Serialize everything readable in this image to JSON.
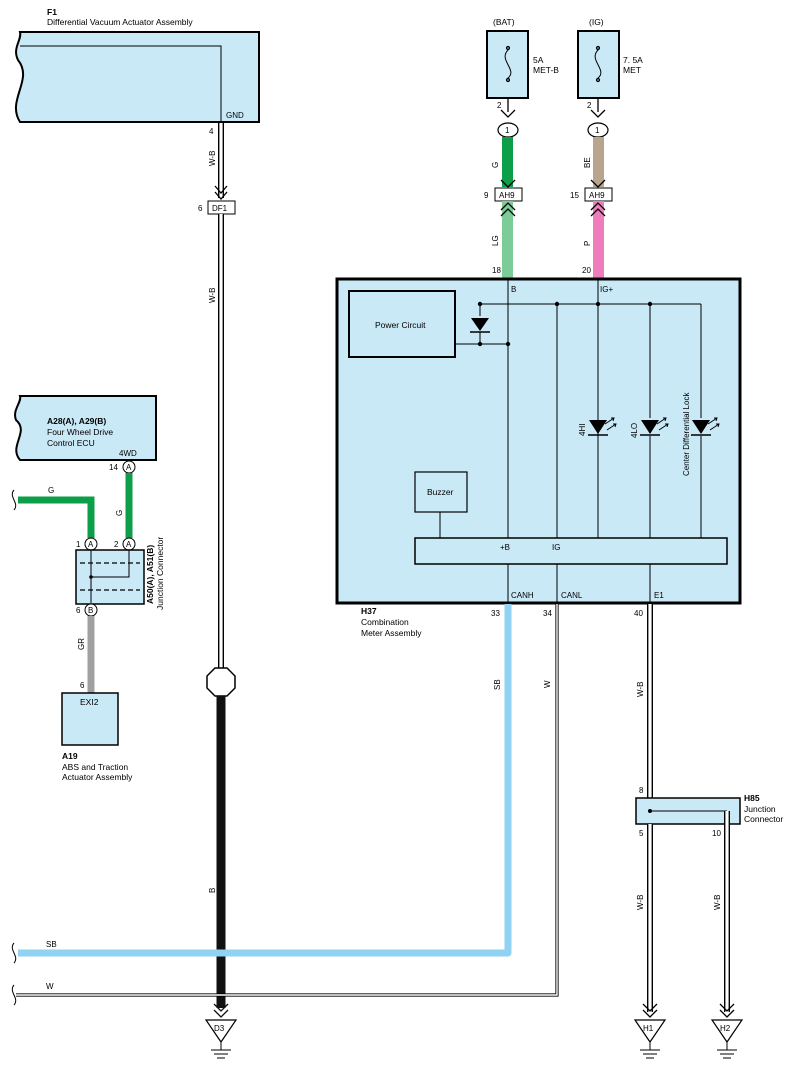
{
  "components": {
    "f1": {
      "code": "F1",
      "name": "Differential Vacuum Actuator Assembly",
      "pin_label": "GND",
      "pin": "4"
    },
    "ecu": {
      "code": "A28(A), A29(B)",
      "name_line1": "Four Wheel Drive",
      "name_line2": "Control ECU",
      "pin_label": "4WD",
      "pin": "14",
      "pin_conn": "A"
    },
    "jc_a50": {
      "code": "A50(A), A51(B)",
      "name": "Junction Connector",
      "pin1": "1",
      "pin1_conn": "A",
      "pin2": "2",
      "pin2_conn": "A",
      "pin6": "6",
      "pin6_conn": "B"
    },
    "abs": {
      "code": "A19",
      "name_line1": "ABS and Traction",
      "name_line2": "Actuator Assembly",
      "box_label": "EXI2",
      "pin": "6"
    },
    "meter": {
      "code": "H37",
      "name_line1": "Combination",
      "name_line2": "Meter Assembly",
      "power_circuit": "Power Circuit",
      "buzzer": "Buzzer",
      "pin_b_label": "B",
      "pin_ig_label": "IG+",
      "bus_b": "+B",
      "bus_ig": "IG",
      "canh_label": "CANH",
      "canl_label": "CANL",
      "e1_label": "E1",
      "pin_b": "18",
      "pin_ig": "20",
      "pin_canh": "33",
      "pin_canl": "34",
      "pin_e1": "40",
      "led_4hi": "4HI",
      "led_4lo": "4LO",
      "led_cdl": "Center Differential Lock"
    },
    "h85": {
      "code": "H85",
      "name_line1": "Junction",
      "name_line2": "Connector",
      "pin_in": "8",
      "pin_out1": "5",
      "pin_out2": "10"
    }
  },
  "fuses": {
    "bat": {
      "source": "(BAT)",
      "rating": "5A",
      "name": "MET-B",
      "pin": "2",
      "conn": "1"
    },
    "ig": {
      "source": "(IG)",
      "rating": "7. 5A",
      "name": "MET",
      "pin": "2",
      "conn": "1"
    }
  },
  "connectors": {
    "df1": {
      "label": "DF1",
      "pin": "6"
    },
    "ah9_bat": {
      "label": "AH9",
      "pin": "9"
    },
    "ah9_ig": {
      "label": "AH9",
      "pin": "15"
    }
  },
  "wires": {
    "wb_top": "W-B",
    "wb_mid": "W-B",
    "b_ground": "B",
    "g_fuse": "G",
    "lg": "LG",
    "be": "BE",
    "p": "P",
    "g_left": "G",
    "g_ecu": "G",
    "gr": "GR",
    "sb_vert": "SB",
    "w_vert": "W",
    "sb_bottom": "SB",
    "w_bottom": "W",
    "wb_e1": "W-B",
    "wb_h1": "W-B",
    "wb_h2": "W-B"
  },
  "grounds": {
    "d3": "D3",
    "h1": "H1",
    "h2": "H2"
  },
  "colors": {
    "body": "#c9e9f7",
    "G": "#0c9e48",
    "LG": "#7ccc97",
    "BE": "#b9a48d",
    "P": "#ef7dbd",
    "SB": "#8fd2f2",
    "GR": "#a0a0a0",
    "B": "#111111"
  }
}
